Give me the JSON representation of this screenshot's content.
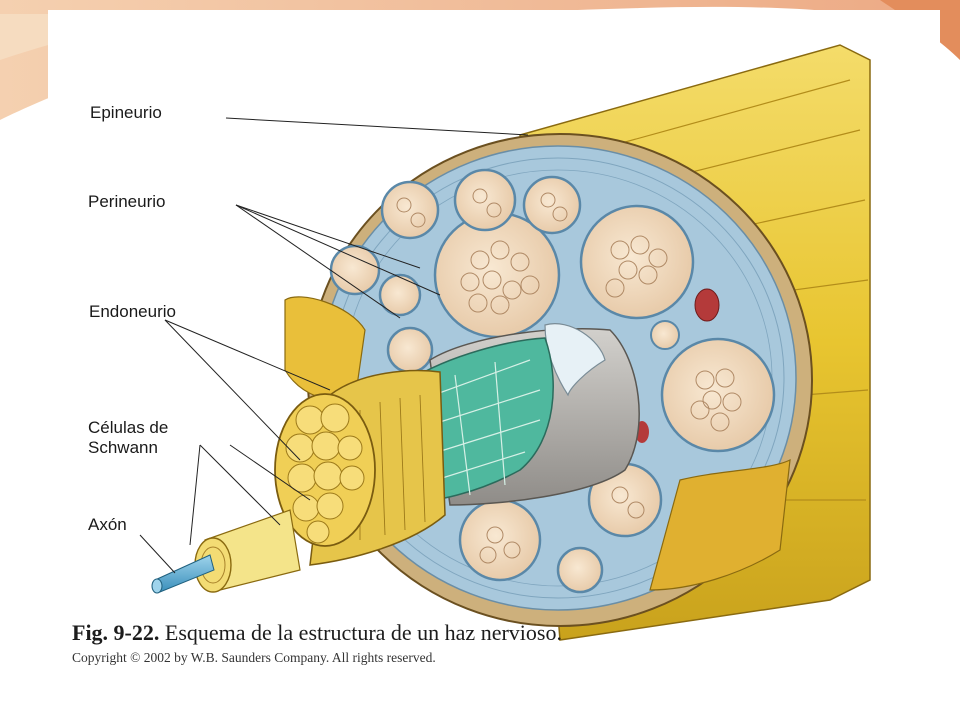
{
  "labels": {
    "epineurio": "Epineurio",
    "perineurio": "Perineurio",
    "endoneurio": "Endoneurio",
    "celulas_line1": "Células de",
    "celulas_line2": "Schwann",
    "axon": "Axón"
  },
  "caption": {
    "fig_number": "Fig. 9-22.",
    "title": "Esquema de la estructura de un haz nervioso.",
    "copyright": "Copyright © 2002 by W.B. Saunders Company. All rights reserved."
  },
  "colors": {
    "nerve_yellow": "#e8c530",
    "perineurium_blue": "#a8c8dc",
    "fascicle_cream": "#f3dfc6",
    "slide_accent": "#e8a070"
  }
}
